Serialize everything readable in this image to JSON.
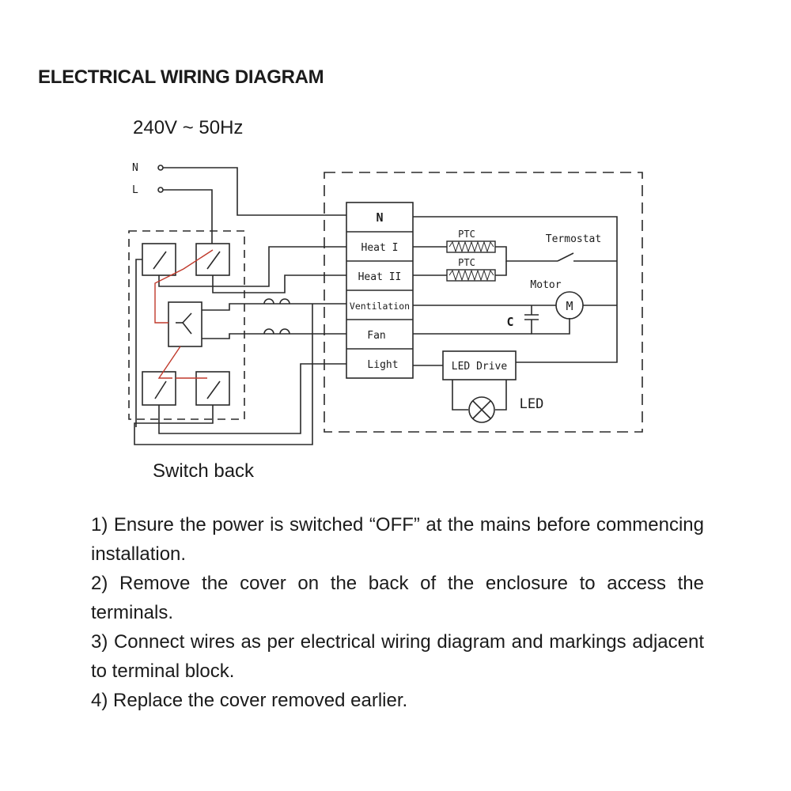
{
  "title": "ELECTRICAL WIRING DIAGRAM",
  "supply": "240V ~ 50Hz",
  "supply_terminals": {
    "neutral": "N",
    "live": "L"
  },
  "terminal_block": [
    "N",
    "Heat I",
    "Heat II",
    "Ventilation",
    "Fan",
    "Light"
  ],
  "components": {
    "ptc_1": "PTC",
    "ptc_2": "PTC",
    "thermostat": "Termostat",
    "motor": "Motor",
    "motor_symbol": "M",
    "capacitor": "C",
    "led_drive": "LED Drive",
    "led": "LED"
  },
  "switch_back_label": "Switch back",
  "instructions": [
    "1) Ensure the power is switched “OFF” at the mains before commencing installation.",
    "2) Remove the cover on the back of the enclosure to access the terminals.",
    "3) Connect wires as per electrical wiring diagram and markings adjacent to terminal block.",
    "4) Replace the cover removed earlier."
  ],
  "colors": {
    "line": "#2a2a2a",
    "dashed": "#333333",
    "switch_link": "#c0392b",
    "text": "#1b1b1b"
  }
}
